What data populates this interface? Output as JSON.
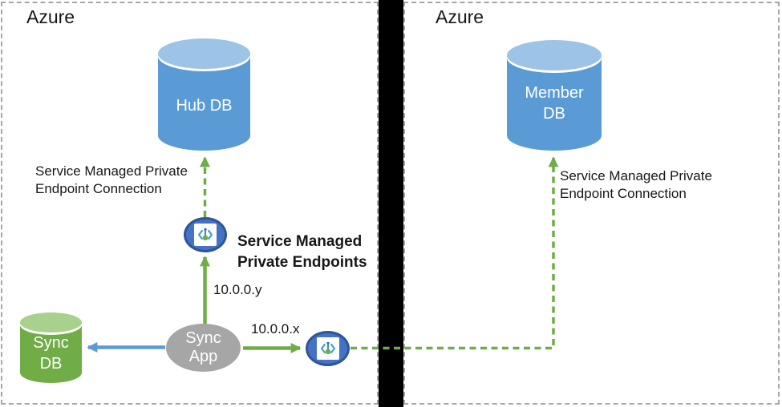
{
  "regions": {
    "left": {
      "title": "Azure"
    },
    "right": {
      "title": "Azure"
    }
  },
  "nodes": {
    "hub_db": {
      "label": "Hub DB"
    },
    "member_db": {
      "label": "Member\nDB"
    },
    "sync_db": {
      "label": "Sync\nDB"
    },
    "sync_app": {
      "label": "Sync\nApp"
    }
  },
  "annotations": {
    "left_connection": "Service Managed Private\nEndpoint Connection",
    "right_connection": "Service Managed Private\nEndpoint Connection",
    "endpoints_title": "Service Managed\nPrivate Endpoints",
    "ip_y": "10.0.0.y",
    "ip_x": "10.0.0.x"
  },
  "icons": {
    "private_endpoint": "private-endpoint-icon"
  },
  "colors": {
    "db_blue": "#5b9bd5",
    "db_blue_top": "#9dc3e6",
    "db_green": "#70ad47",
    "db_green_top": "#a9d18e",
    "app_gray": "#a6a6a6",
    "endpoint_fill": "#4472c4",
    "endpoint_border": "#2e5597",
    "arrow_green": "#70ad47",
    "arrow_blue": "#5b9bd5",
    "divider_black": "#000000",
    "region_border_gray": "#a6a6a6"
  }
}
